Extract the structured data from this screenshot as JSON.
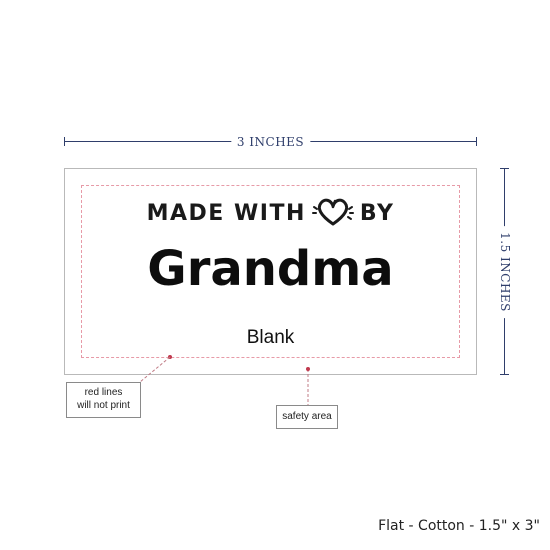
{
  "dimensions": {
    "width_label": "3 INCHES",
    "height_label": "1.5 INCHES"
  },
  "label": {
    "made_with_text": "MADE WITH",
    "by_text": "BY",
    "heart_icon": "heart-icon",
    "name": "Grandma",
    "font_name": "Blank"
  },
  "callouts": {
    "red_lines_line1": "red lines",
    "red_lines_line2": "will not print",
    "safety_area": "safety area"
  },
  "product": {
    "description": "Flat - Cotton - 1.5\" x 3\""
  },
  "colors": {
    "dimension": "#2f3e6b",
    "safety_dash": "#e79aa7",
    "callout_dot": "#c0394d"
  }
}
